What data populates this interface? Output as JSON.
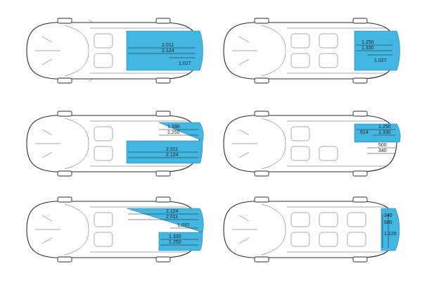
{
  "diagrams": [
    {
      "labels": [
        "2.011",
        "2.124",
        "1.027"
      ]
    },
    {
      "labels": [
        "1.250",
        "1.330",
        "1.027"
      ]
    },
    {
      "labels": [
        "1.330",
        "1.250",
        "2.011",
        "2.124"
      ]
    },
    {
      "labels": [
        "514",
        "1.250",
        "1.330",
        "500",
        "340"
      ]
    },
    {
      "labels": [
        "2.124",
        "2.011",
        "1.027",
        "1.330",
        "1.250"
      ]
    },
    {
      "labels": [
        "340",
        "500",
        "1.120"
      ]
    }
  ],
  "colors": {
    "cargo": "#44b6e2",
    "outline": "#2a2a2a"
  }
}
